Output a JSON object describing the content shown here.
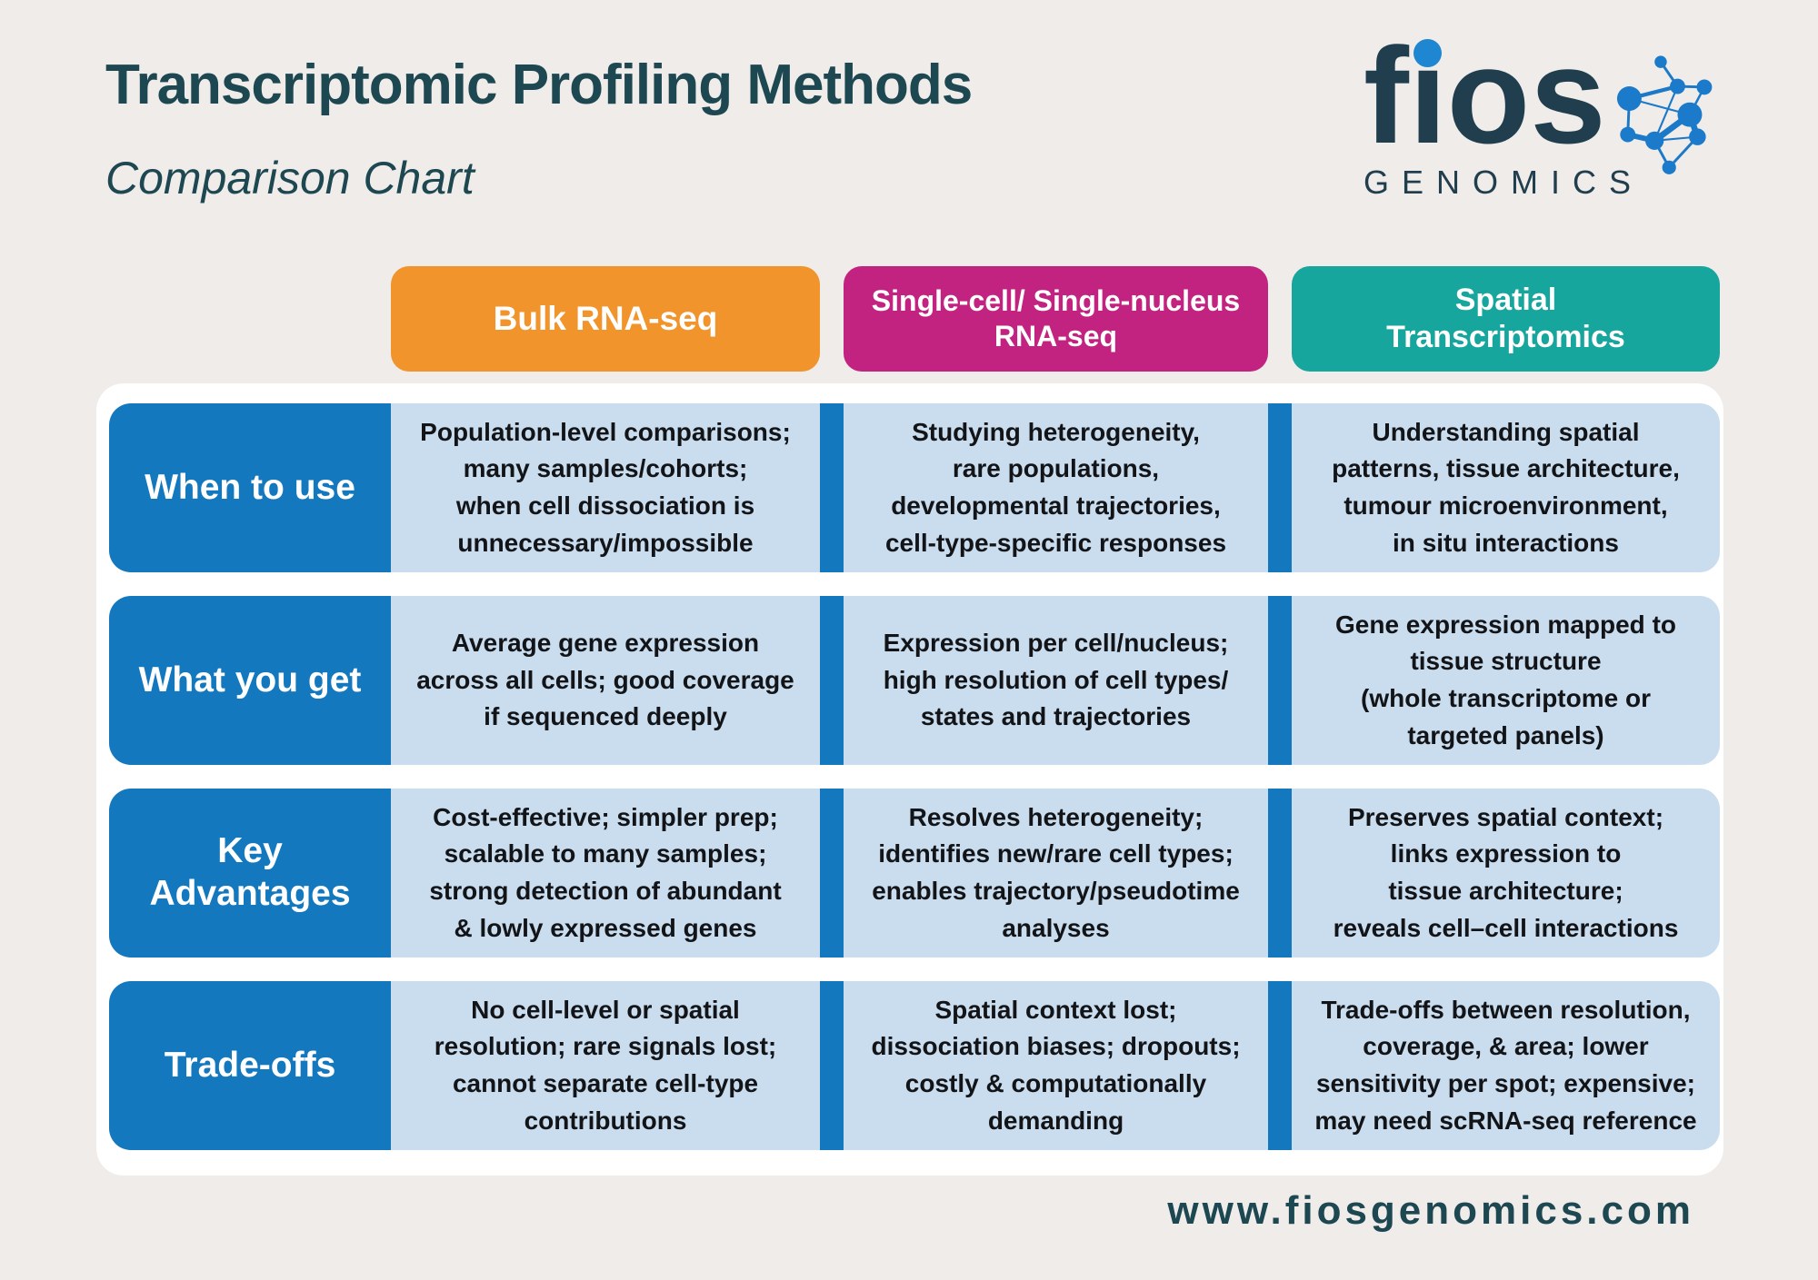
{
  "header": {
    "title": "Transcriptomic Profiling Methods",
    "subtitle": "Comparison Chart"
  },
  "logo": {
    "wordmark": "fios",
    "wordmark_f": "f",
    "wordmark_i": "ı",
    "wordmark_os": "os",
    "company": "GENOMICS",
    "icon": "network-graph-icon"
  },
  "table": {
    "columns": [
      {
        "label": "Bulk RNA-seq",
        "color": "#f0942b"
      },
      {
        "label": "Single-cell/ Single-nucleus\nRNA-seq",
        "color": "#c32380"
      },
      {
        "label": "Spatial\nTranscriptomics",
        "color": "#16a69e"
      }
    ],
    "rows": [
      {
        "header": "When to use",
        "cells": [
          "Population-level comparisons;\nmany samples/cohorts;\nwhen cell dissociation is\nunnecessary/impossible",
          "Studying heterogeneity,\nrare populations,\ndevelopmental trajectories,\ncell-type-specific responses",
          "Understanding spatial\npatterns, tissue architecture,\ntumour microenvironment,\nin situ interactions"
        ]
      },
      {
        "header": "What you get",
        "cells": [
          "Average gene expression\nacross all cells; good coverage\nif sequenced deeply",
          "Expression per cell/nucleus;\nhigh resolution of cell types/\nstates and trajectories",
          "Gene expression mapped to\ntissue structure\n(whole transcriptome or\ntargeted panels)"
        ]
      },
      {
        "header": "Key\nAdvantages",
        "cells": [
          "Cost-effective; simpler prep;\nscalable to many samples;\nstrong detection of abundant\n& lowly expressed genes",
          "Resolves heterogeneity;\nidentifies new/rare cell types;\nenables trajectory/pseudotime\nanalyses",
          "Preserves spatial context;\nlinks expression to\ntissue architecture;\nreveals cell–cell interactions"
        ]
      },
      {
        "header": "Trade-offs",
        "cells": [
          "No cell-level or spatial\nresolution; rare signals lost;\ncannot separate cell-type\ncontributions",
          "Spatial context lost;\ndissociation biases; dropouts;\ncostly & computationally\ndemanding",
          "Trade-offs between resolution,\ncoverage, & area; lower\nsensitivity per spot; expensive;\nmay need scRNA-seq reference"
        ]
      }
    ]
  },
  "footer": {
    "website": "www.fiosgenomics.com"
  },
  "colors": {
    "background": "#efece9",
    "panel_white": "#ffffff",
    "row_header_blue": "#1478be",
    "divider_blue": "#1478be",
    "cell_light_blue": "#c9ddef",
    "accent_orange": "#f0942b",
    "accent_magenta": "#c32380",
    "accent_teal": "#16a69e",
    "ink_dark_teal": "#1d4751",
    "cell_text": "#121417",
    "logo_blue": "#1f86d1"
  }
}
